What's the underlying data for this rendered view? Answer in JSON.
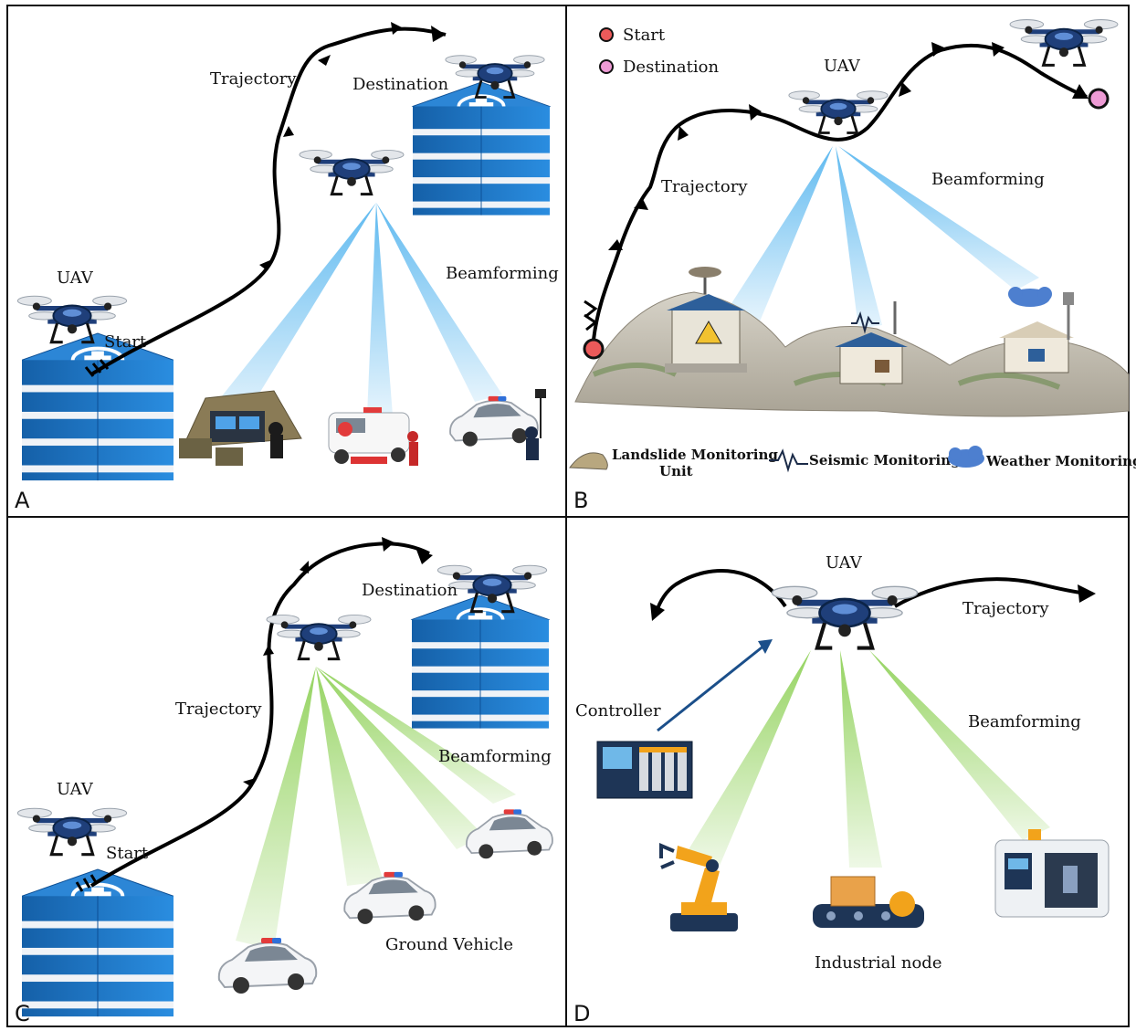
{
  "panels": {
    "a": {
      "letter": "A",
      "trajectory": "Trajectory",
      "destination": "Destination",
      "uav": "UAV",
      "start": "Start",
      "beamforming": "Beamforming"
    },
    "b": {
      "letter": "B",
      "legend_start": "Start",
      "legend_destination": "Destination",
      "uav": "UAV",
      "trajectory": "Trajectory",
      "beamforming": "Beamforming",
      "landslide_line1": "Landslide Monitoring",
      "landslide_line2": "Unit",
      "seismic": "Seismic Monitoring",
      "weather": "Weather Monitoring"
    },
    "c": {
      "letter": "C",
      "destination": "Destination",
      "trajectory": "Trajectory",
      "uav": "UAV",
      "start": "Start",
      "beamforming": "Beamforming",
      "ground_vehicle": "Ground Vehicle"
    },
    "d": {
      "letter": "D",
      "uav": "UAV",
      "trajectory": "Trajectory",
      "controller": "Controller",
      "beamforming": "Beamforming",
      "industrial_node": "Industrial node"
    }
  },
  "colors": {
    "building": "#1e74c4",
    "beam_blue": "#57b6ef",
    "beam_green": "#8fd158",
    "start_marker": "#ec5a5a",
    "destination_marker": "#ee9bd5",
    "drone_body": "#1f3f7a"
  }
}
